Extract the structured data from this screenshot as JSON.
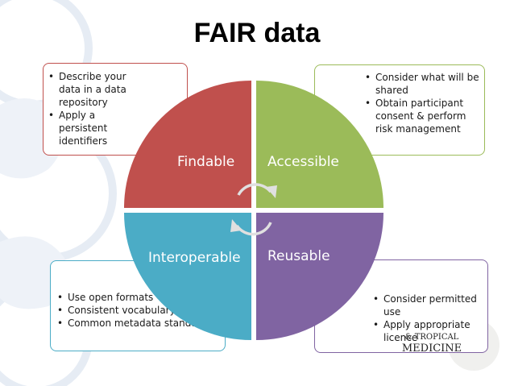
{
  "title": "FAIR data",
  "quadrants": [
    {
      "label": "Findable",
      "color": "#c0504d",
      "box_border": "#c0504d",
      "bullets": [
        "Describe your data in a data repository",
        "Apply a persistent identifiers"
      ]
    },
    {
      "label": "Accessible",
      "color": "#9bbb59",
      "box_border": "#9bbb59",
      "bullets": [
        "Consider what will be shared",
        "Obtain participant consent & perform risk management"
      ]
    },
    {
      "label": "Interoperable",
      "color": "#4bacc6",
      "box_border": "#4bacc6",
      "bullets": [
        "Use open formats",
        "Consistent vocabulary",
        "Common metadata standards"
      ]
    },
    {
      "label": "Reusable",
      "color": "#8064a2",
      "box_border": "#8064a2",
      "bullets": [
        "Consider permitted use",
        "Apply appropriate licence"
      ]
    }
  ],
  "logo": {
    "line1": "& TROPICAL",
    "line2": "MEDICINE"
  },
  "colors": {
    "cycle_arrows": "#e0e0e0",
    "watermark": "#eef2f8"
  },
  "icons": [
    "cycle-arrows-icon",
    "crest-watermark-icon"
  ]
}
